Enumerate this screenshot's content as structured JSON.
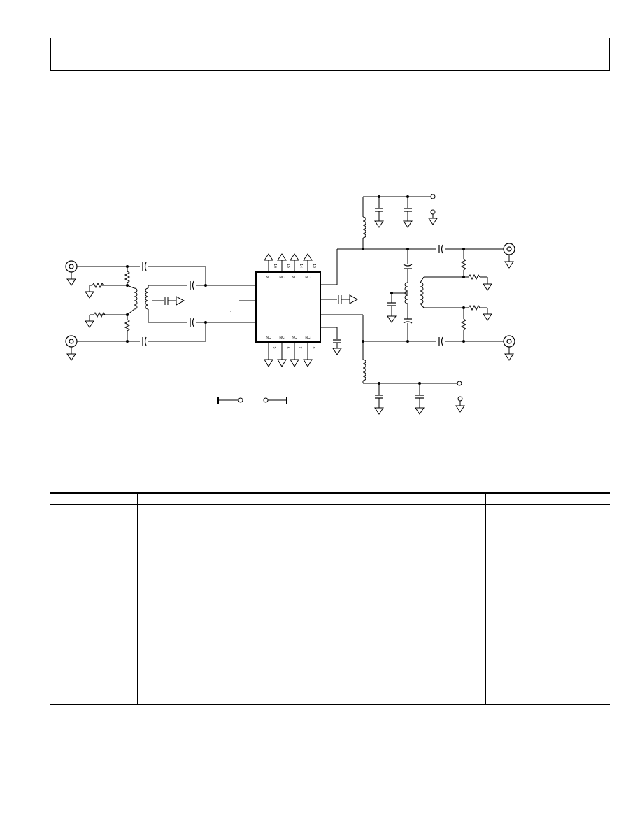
{
  "header": {
    "title": ""
  },
  "schematic": {
    "pin_labels_top": [
      "NC",
      "NC",
      "NC",
      "NC"
    ],
    "pin_numbers_top": [
      "16",
      "15",
      "14",
      "13"
    ],
    "pin_labels_bottom": [
      "NC",
      "NC",
      "NC",
      "NC"
    ],
    "pin_numbers_bottom": [
      "5",
      "6",
      "7",
      "8"
    ]
  },
  "table": {
    "columns": [
      "",
      "",
      ""
    ],
    "rows": []
  }
}
